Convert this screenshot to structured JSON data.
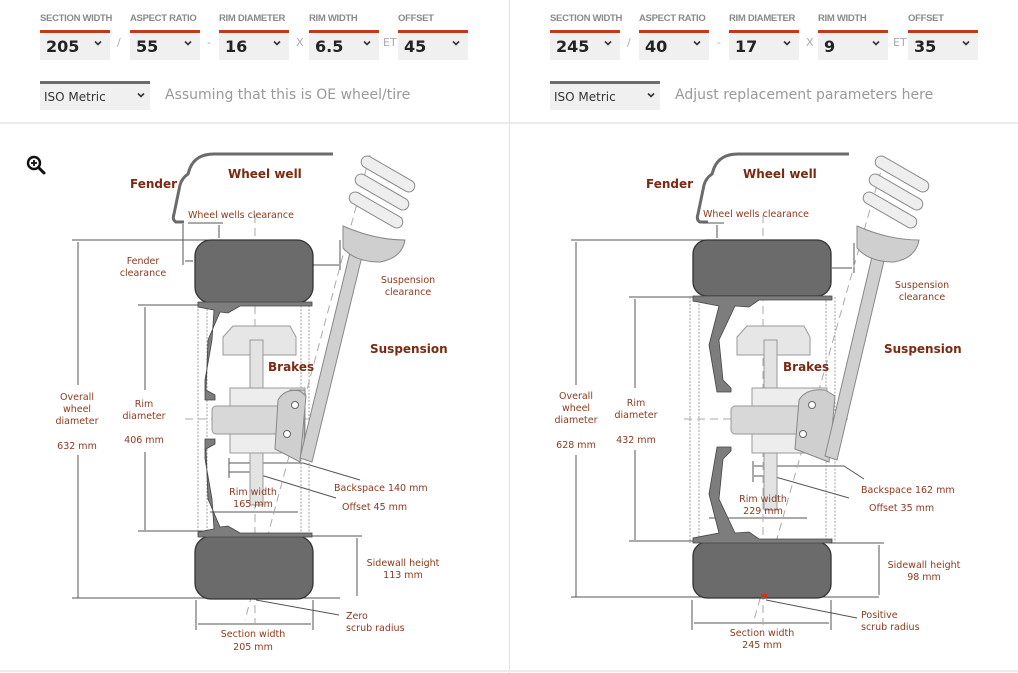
{
  "colors": {
    "accent": "#c0391b",
    "label_text": "#8b3a1f",
    "tire": "#6b6b6b"
  },
  "panels": [
    {
      "id": "original",
      "fields": [
        {
          "label": "SECTION WIDTH",
          "value": "205"
        },
        {
          "label": "ASPECT RATIO",
          "value": "55"
        },
        {
          "label": "RIM DIAMETER",
          "value": "16"
        },
        {
          "label": "RIM WIDTH",
          "value": "6.5"
        },
        {
          "label": "OFFSET",
          "value": "45"
        }
      ],
      "separators": [
        "/",
        "-",
        "X",
        "ET"
      ],
      "standard": "ISO Metric",
      "hint": "Assuming that this is OE wheel/tire",
      "diagram": {
        "fender": "Fender",
        "wheel_well": "Wheel well",
        "wheel_wells_clearance": "Wheel wells clearance",
        "fender_clearance": [
          "Fender",
          "clearance"
        ],
        "suspension_clearance": [
          "Suspension",
          "clearance"
        ],
        "suspension": "Suspension",
        "brakes": "Brakes",
        "overall_label": [
          "Overall",
          "wheel",
          "diameter"
        ],
        "overall_value": "632 mm",
        "rim_label": [
          "Rim",
          "diameter"
        ],
        "rim_value": "406 mm",
        "rim_width": [
          "Rim width",
          "165 mm"
        ],
        "backspace": "Backspace 140 mm",
        "offset": "Offset 45 mm",
        "sidewall": [
          "Sidewall height",
          "113 mm"
        ],
        "scrub": [
          "Zero",
          "scrub radius"
        ],
        "section": [
          "Section width",
          "205 mm"
        ]
      }
    },
    {
      "id": "replacement",
      "fields": [
        {
          "label": "SECTION WIDTH",
          "value": "245"
        },
        {
          "label": "ASPECT RATIO",
          "value": "40"
        },
        {
          "label": "RIM DIAMETER",
          "value": "17"
        },
        {
          "label": "RIM WIDTH",
          "value": "9"
        },
        {
          "label": "OFFSET",
          "value": "35"
        }
      ],
      "separators": [
        "/",
        "-",
        "X",
        "ET"
      ],
      "standard": "ISO Metric",
      "hint": "Adjust replacement parameters here",
      "diagram": {
        "fender": "Fender",
        "wheel_well": "Wheel well",
        "wheel_wells_clearance": "Wheel wells clearance",
        "suspension_clearance": [
          "Suspension",
          "clearance"
        ],
        "suspension": "Suspension",
        "brakes": "Brakes",
        "overall_label": [
          "Overall",
          "wheel",
          "diameter"
        ],
        "overall_value": "628 mm",
        "rim_label": [
          "Rim",
          "diameter"
        ],
        "rim_value": "432 mm",
        "rim_width": [
          "Rim width",
          "229 mm"
        ],
        "backspace": "Backspace 162 mm",
        "offset": "Offset 35 mm",
        "sidewall": [
          "Sidewall height",
          "98 mm"
        ],
        "scrub": [
          "Positive",
          "scrub radius"
        ],
        "section": [
          "Section width",
          "245 mm"
        ]
      }
    }
  ]
}
